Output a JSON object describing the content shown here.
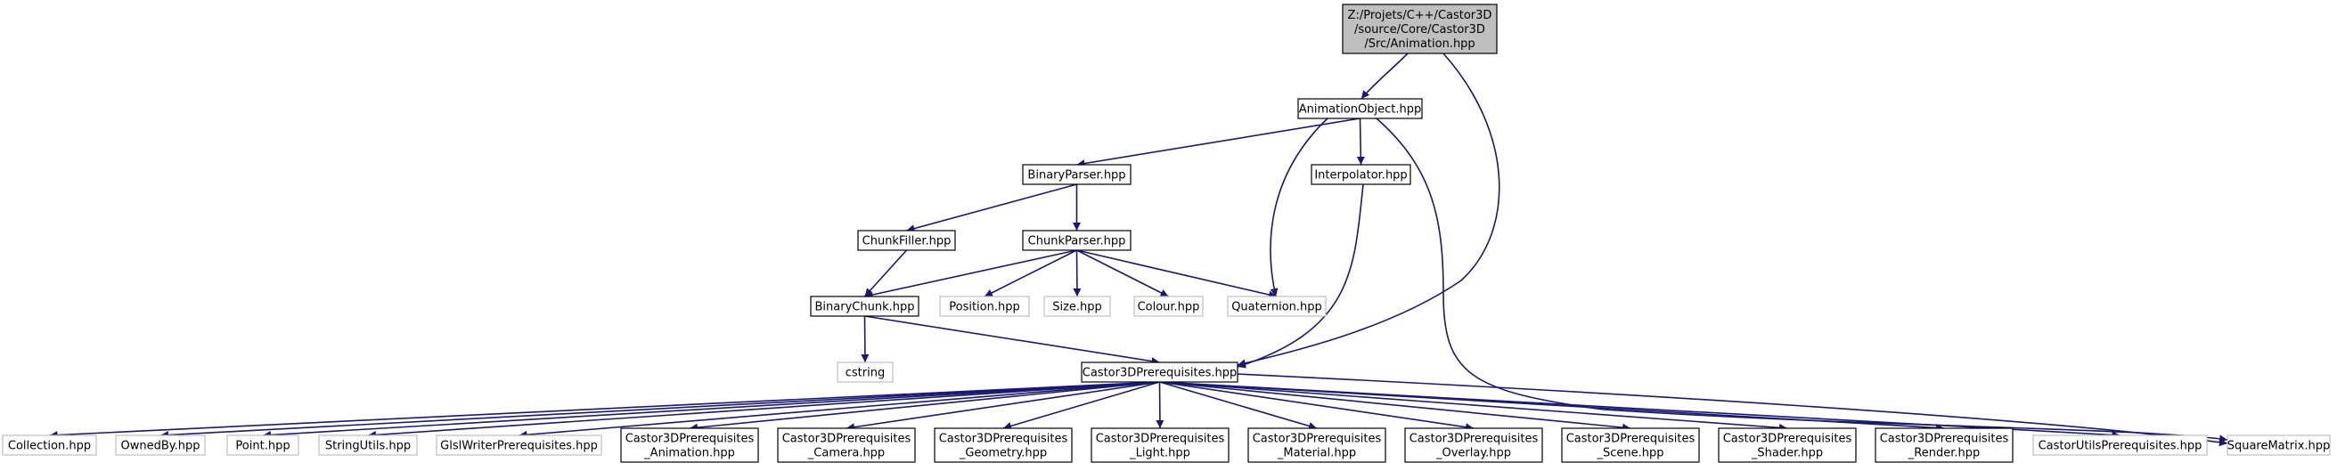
{
  "graph": {
    "root": "root",
    "nodes": [
      {
        "id": "root",
        "lines": [
          "Z:/Projets/C++/Castor3D",
          "/source/Core/Castor3D",
          "/Src/Animation.hpp"
        ],
        "style": "root"
      },
      {
        "id": "animobj",
        "lines": [
          "AnimationObject.hpp"
        ],
        "style": "doc"
      },
      {
        "id": "binparser",
        "lines": [
          "BinaryParser.hpp"
        ],
        "style": "doc"
      },
      {
        "id": "interp",
        "lines": [
          "Interpolator.hpp"
        ],
        "style": "doc"
      },
      {
        "id": "chunkfiller",
        "lines": [
          "ChunkFiller.hpp"
        ],
        "style": "doc"
      },
      {
        "id": "chunkparser",
        "lines": [
          "ChunkParser.hpp"
        ],
        "style": "doc"
      },
      {
        "id": "binchunk",
        "lines": [
          "BinaryChunk.hpp"
        ],
        "style": "doc"
      },
      {
        "id": "position",
        "lines": [
          "Position.hpp"
        ],
        "style": "ext"
      },
      {
        "id": "size",
        "lines": [
          "Size.hpp"
        ],
        "style": "ext"
      },
      {
        "id": "colour",
        "lines": [
          "Colour.hpp"
        ],
        "style": "ext"
      },
      {
        "id": "quat",
        "lines": [
          "Quaternion.hpp"
        ],
        "style": "ext"
      },
      {
        "id": "cstring",
        "lines": [
          "cstring"
        ],
        "style": "ext"
      },
      {
        "id": "c3dpre",
        "lines": [
          "Castor3DPrerequisites.hpp"
        ],
        "style": "doc"
      },
      {
        "id": "collection",
        "lines": [
          "Collection.hpp"
        ],
        "style": "ext"
      },
      {
        "id": "ownedby",
        "lines": [
          "OwnedBy.hpp"
        ],
        "style": "ext"
      },
      {
        "id": "point",
        "lines": [
          "Point.hpp"
        ],
        "style": "ext"
      },
      {
        "id": "strutils",
        "lines": [
          "StringUtils.hpp"
        ],
        "style": "ext"
      },
      {
        "id": "glslwriter",
        "lines": [
          "GlslWriterPrerequisites.hpp"
        ],
        "style": "ext"
      },
      {
        "id": "pre_anim",
        "lines": [
          "Castor3DPrerequisites",
          "_Animation.hpp"
        ],
        "style": "doc"
      },
      {
        "id": "pre_cam",
        "lines": [
          "Castor3DPrerequisites",
          "_Camera.hpp"
        ],
        "style": "doc"
      },
      {
        "id": "pre_geom",
        "lines": [
          "Castor3DPrerequisites",
          "_Geometry.hpp"
        ],
        "style": "doc"
      },
      {
        "id": "pre_light",
        "lines": [
          "Castor3DPrerequisites",
          "_Light.hpp"
        ],
        "style": "doc"
      },
      {
        "id": "pre_mat",
        "lines": [
          "Castor3DPrerequisites",
          "_Material.hpp"
        ],
        "style": "doc"
      },
      {
        "id": "pre_over",
        "lines": [
          "Castor3DPrerequisites",
          "_Overlay.hpp"
        ],
        "style": "doc"
      },
      {
        "id": "pre_scene",
        "lines": [
          "Castor3DPrerequisites",
          "_Scene.hpp"
        ],
        "style": "doc"
      },
      {
        "id": "pre_shader",
        "lines": [
          "Castor3DPrerequisites",
          "_Shader.hpp"
        ],
        "style": "doc"
      },
      {
        "id": "pre_render",
        "lines": [
          "Castor3DPrerequisites",
          "_Render.hpp"
        ],
        "style": "doc"
      },
      {
        "id": "castorutils",
        "lines": [
          "CastorUtilsPrerequisites.hpp"
        ],
        "style": "ext"
      },
      {
        "id": "sqmatrix",
        "lines": [
          "SquareMatrix.hpp"
        ],
        "style": "ext"
      }
    ],
    "edges": [
      [
        "root",
        "animobj"
      ],
      [
        "root",
        "c3dpre"
      ],
      [
        "animobj",
        "binparser"
      ],
      [
        "animobj",
        "interp"
      ],
      [
        "animobj",
        "quat"
      ],
      [
        "animobj",
        "sqmatrix"
      ],
      [
        "binparser",
        "chunkfiller"
      ],
      [
        "binparser",
        "chunkparser"
      ],
      [
        "interp",
        "c3dpre"
      ],
      [
        "chunkfiller",
        "binchunk"
      ],
      [
        "chunkparser",
        "binchunk"
      ],
      [
        "chunkparser",
        "position"
      ],
      [
        "chunkparser",
        "size"
      ],
      [
        "chunkparser",
        "colour"
      ],
      [
        "chunkparser",
        "quat"
      ],
      [
        "binchunk",
        "cstring"
      ],
      [
        "binchunk",
        "c3dpre"
      ],
      [
        "c3dpre",
        "collection"
      ],
      [
        "c3dpre",
        "ownedby"
      ],
      [
        "c3dpre",
        "point"
      ],
      [
        "c3dpre",
        "strutils"
      ],
      [
        "c3dpre",
        "glslwriter"
      ],
      [
        "c3dpre",
        "pre_anim"
      ],
      [
        "c3dpre",
        "pre_cam"
      ],
      [
        "c3dpre",
        "pre_geom"
      ],
      [
        "c3dpre",
        "pre_light"
      ],
      [
        "c3dpre",
        "pre_mat"
      ],
      [
        "c3dpre",
        "pre_over"
      ],
      [
        "c3dpre",
        "pre_scene"
      ],
      [
        "c3dpre",
        "pre_shader"
      ],
      [
        "c3dpre",
        "pre_render"
      ],
      [
        "c3dpre",
        "castorutils"
      ],
      [
        "c3dpre",
        "sqmatrix"
      ]
    ]
  },
  "colors": {
    "edge": "#191970",
    "root_fill": "#bfbfbf",
    "doc_border": "#000000",
    "ext_border": "#bfbfbf"
  }
}
